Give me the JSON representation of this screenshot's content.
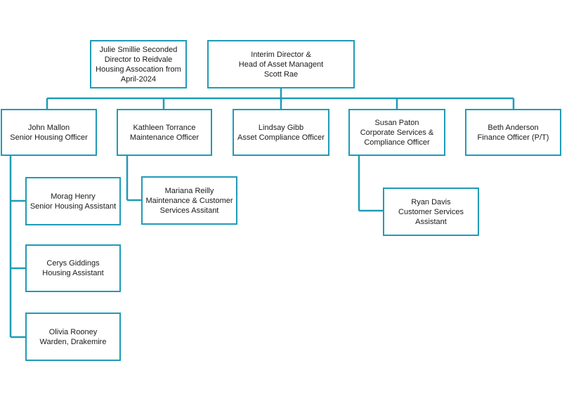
{
  "colors": {
    "border": "#1f9bb8",
    "connector": "#1f9bb8"
  },
  "nodes": {
    "seconded": {
      "lines": [
        "Julie Smillie Seconded",
        "Director to Reidvale",
        "Housing Assocation from",
        "April-2024"
      ]
    },
    "director": {
      "lines": [
        "Interim Director &",
        "Head of Asset Managent",
        "Scott Rae"
      ]
    },
    "john": {
      "lines": [
        "John Mallon",
        "Senior Housing Officer"
      ]
    },
    "kathleen": {
      "lines": [
        "Kathleen Torrance",
        "Maintenance Officer"
      ]
    },
    "lindsay": {
      "lines": [
        "Lindsay Gibb",
        "Asset Compliance Officer"
      ]
    },
    "susan": {
      "lines": [
        "Susan Paton",
        "Corporate Services &",
        "Compliance Officer"
      ]
    },
    "beth": {
      "lines": [
        "Beth Anderson",
        "Finance Officer (P/T)"
      ]
    },
    "morag": {
      "lines": [
        "Morag Henry",
        "Senior Housing Assistant"
      ]
    },
    "cerys": {
      "lines": [
        "Cerys Giddings",
        "Housing Assistant"
      ]
    },
    "olivia": {
      "lines": [
        "Olivia Rooney",
        "Warden, Drakemire"
      ]
    },
    "mariana": {
      "lines": [
        "Mariana Reilly",
        "Maintenance & Customer",
        "Services Assitant"
      ]
    },
    "ryan": {
      "lines": [
        "Ryan Davis",
        "Customer Services",
        "Assistant"
      ]
    }
  }
}
